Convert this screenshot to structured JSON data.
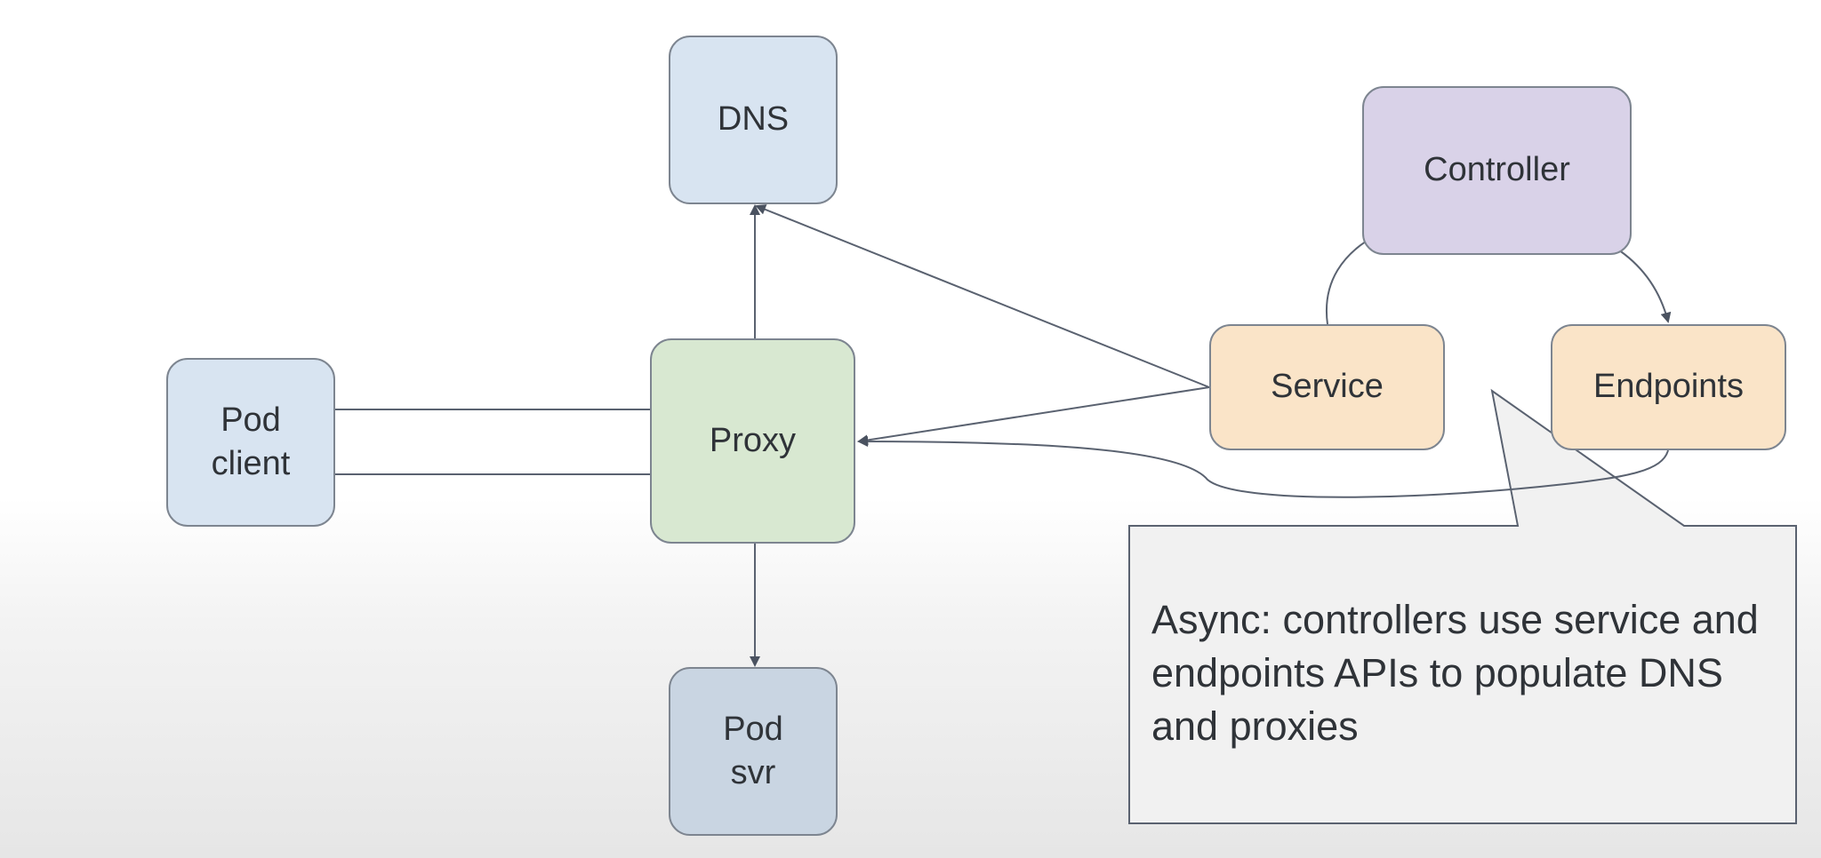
{
  "nodes": {
    "dns": "DNS",
    "pod_client": "Pod\nclient",
    "proxy": "Proxy",
    "pod_svr": "Pod\nsvr",
    "controller": "Controller",
    "service": "Service",
    "endpoints": "Endpoints"
  },
  "callout": {
    "text": "Async: controllers use service and endpoints APIs to populate DNS and proxies"
  },
  "colors": {
    "client_dns": "#d8e4f1",
    "proxy": "#d8e8d1",
    "pod_svr": "#c9d5e2",
    "controller": "#d9d2e8",
    "service_endpoints": "#fae4c8",
    "stroke": "#5a6270"
  }
}
